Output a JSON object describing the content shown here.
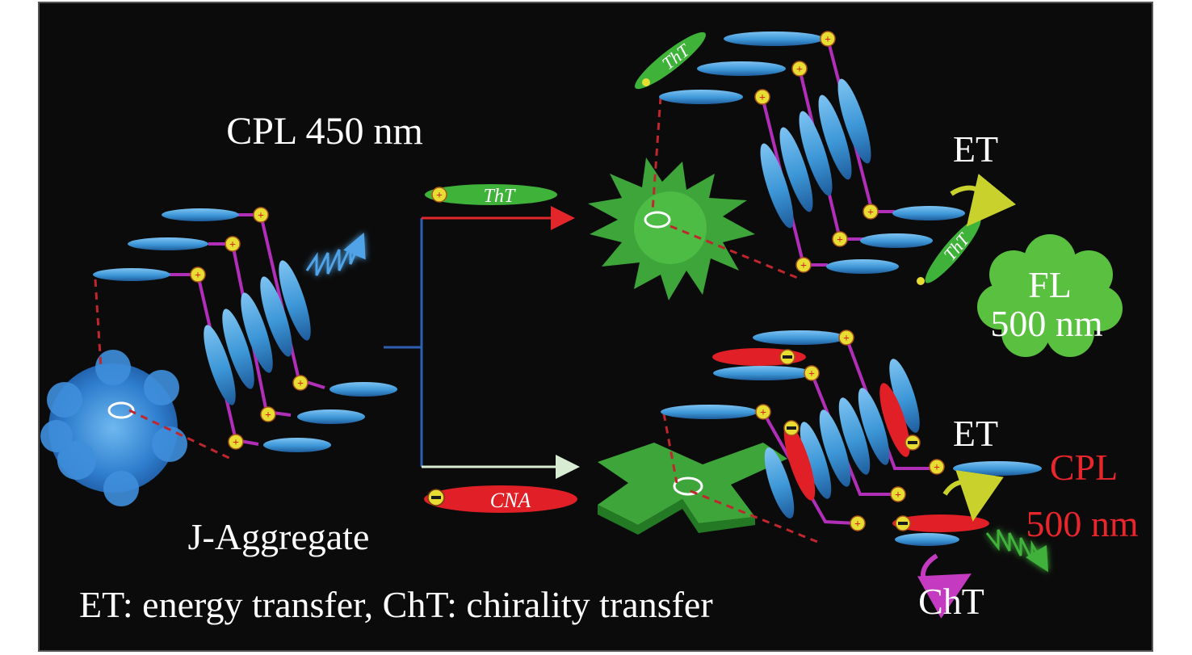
{
  "labels": {
    "cpl_excitation": "CPL 450 nm",
    "j_aggregate": "J-Aggregate",
    "legend": "ET: energy transfer, ChT: chirality transfer",
    "et_top": "ET",
    "et_bottom": "ET",
    "cht": "ChT",
    "fl_line1": "FL",
    "fl_line2": "500 nm",
    "cpl_line1": "CPL",
    "cpl_line2": "500 nm",
    "tht_reagent": "ThT",
    "tht_top": "ThT",
    "tht_bound": "ThT",
    "cna_reagent": "CNA"
  },
  "colors": {
    "background": "#0b0b0b",
    "frame": "#555555",
    "white_text": "#ffffff",
    "red_text": "#e8262c",
    "dye_blue": "#3d97d7",
    "tht_green": "#3fb23a",
    "cna_red": "#e01f26",
    "linker_magenta": "#b12fb8",
    "dashed_red": "#c0262d",
    "branch_blue": "#2f5fb0",
    "arrow_red": "#e3262a",
    "arrow_pale": "#d7ecd2",
    "fl_cloud": "#59c13f",
    "plus_yellow": "#e8dd33"
  }
}
